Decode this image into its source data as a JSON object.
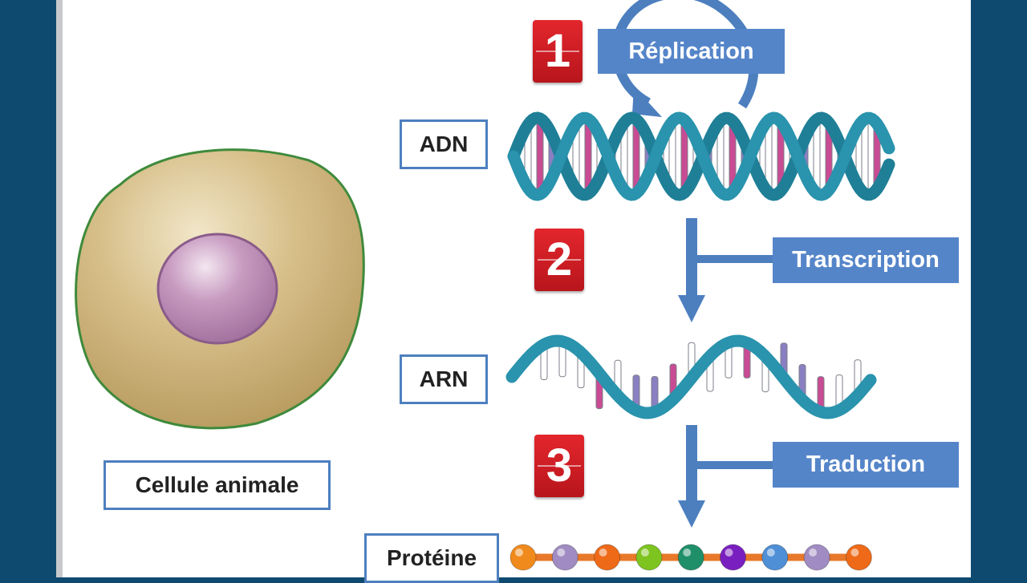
{
  "labels": {
    "cell": "Cellule animale",
    "adn": "ADN",
    "arn": "ARN",
    "proteine": "Protéine"
  },
  "steps": [
    {
      "number": "1",
      "label": "Réplication"
    },
    {
      "number": "2",
      "label": "Transcription"
    },
    {
      "number": "3",
      "label": "Traduction"
    }
  ],
  "colors": {
    "frame": "#0e4a70",
    "box_border": "#4d7fbf",
    "box_fill": "#5585c9",
    "step_badge": "#d41f26",
    "helix": "#2a93ad",
    "cell_cytoplasm": "#c8ad72",
    "cell_membrane": "#3f8a3c",
    "nucleus": "#b88ab3"
  },
  "protein_beads": [
    "#f08a1c",
    "#a08cc2",
    "#ee6a18",
    "#7ec420",
    "#1f8f6a",
    "#7a1fbf",
    "#4e8fd6",
    "#a08cc2",
    "#ee6a18"
  ]
}
